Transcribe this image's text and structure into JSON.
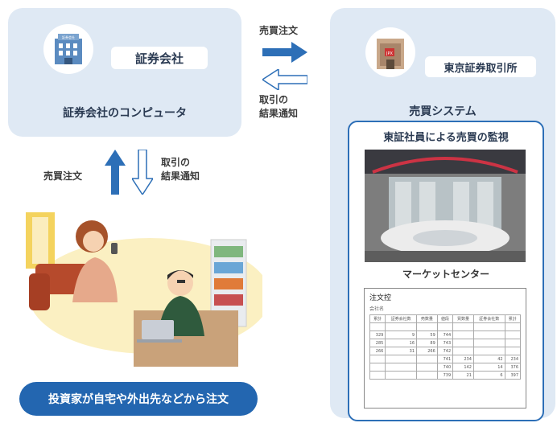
{
  "securities_company": {
    "badge_label": "証券会社",
    "sign_text": "証券会社",
    "caption": "証券会社のコンピュータ"
  },
  "exchange": {
    "badge_label": "東京証券取引所",
    "sign_text": "JPX",
    "caption": "売買システム"
  },
  "top_arrows": {
    "order_label": "売買注文",
    "result_label_line1": "取引の",
    "result_label_line2": "結果通知"
  },
  "side_arrows": {
    "order_label": "売買注文",
    "result_label_line1": "取引の",
    "result_label_line2": "結果通知"
  },
  "monitoring": {
    "title": "東証社員による売買の監視",
    "photo_caption": "マーケットセンター"
  },
  "order_book": {
    "title": "注文控",
    "company_label": "会社名",
    "headers": [
      "累計",
      "証券会社数",
      "売数量",
      "値段",
      "買数量",
      "証券会社数",
      "累計"
    ],
    "rows": [
      [
        "",
        "",
        "",
        "",
        "",
        "",
        ""
      ],
      [
        "329",
        "9",
        "59",
        "744",
        "",
        "",
        ""
      ],
      [
        "285",
        "16",
        "89",
        "743",
        "",
        "",
        ""
      ],
      [
        "266",
        "31",
        "266",
        "742",
        "",
        "",
        ""
      ],
      [
        "",
        "",
        "",
        "741",
        "234",
        "42",
        "234"
      ],
      [
        "",
        "",
        "",
        "740",
        "142",
        "14",
        "376"
      ],
      [
        "",
        "",
        "",
        "739",
        "21",
        "6",
        "397"
      ]
    ]
  },
  "investor_banner": "投資家が自宅や外出先などから注文",
  "colors": {
    "panel": "#dfe9f4",
    "accent_blue": "#2366b0",
    "arrow_blue": "#2d6fb7",
    "text_dark": "#2a3a52"
  }
}
